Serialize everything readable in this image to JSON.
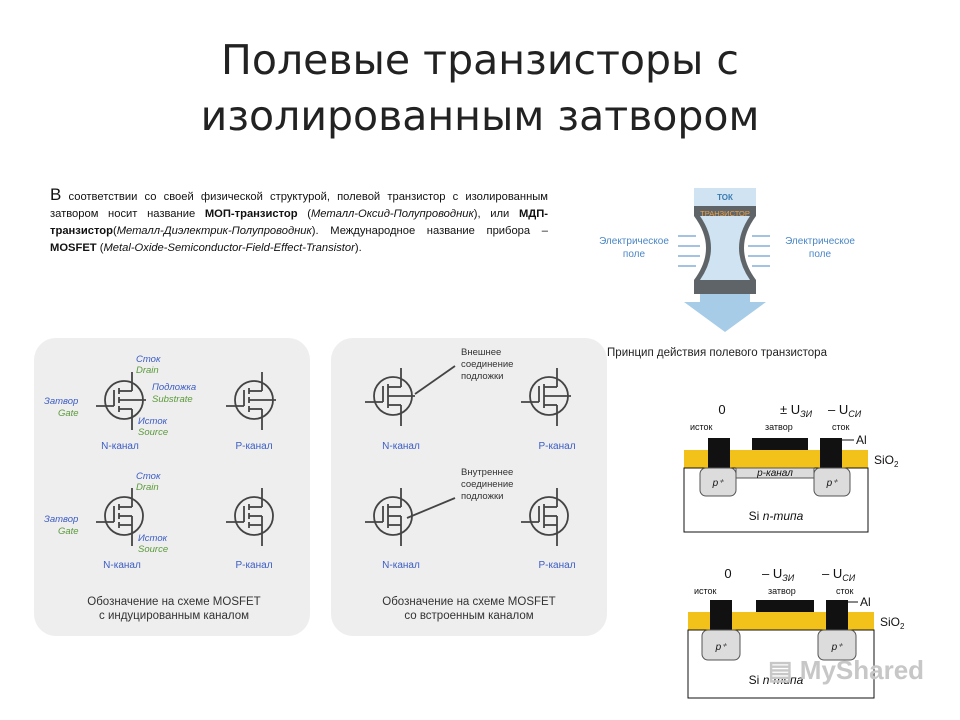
{
  "slide": {
    "title_line1": "Полевые транзисторы с",
    "title_line2": "изолированным затвором"
  },
  "paragraph": {
    "lead_letter": "В",
    "p1": " соответствии со своей физической структурой, полевой транзистор с изолированным затвором носит название ",
    "mop": "МОП-транзистор",
    "p2": " (",
    "mop_expansion": "Металл-Оксид-Полупроводник",
    "p3": "), или ",
    "mdp": "МДП-транзистор",
    "p4": "(",
    "mdp_expansion": "Металл-Диэлектрик-Полупроводник",
    "p5": "). Международное название прибора – ",
    "mosfet": "MOSFET",
    "p6": " (",
    "mosfet_expansion": "Metal-Oxide-Semiconductor-Field-Effect-Transistor",
    "p7": ")."
  },
  "principle": {
    "tok": "ТОК",
    "transistor": "ТРАНЗИСТОР",
    "field_left_1": "Электрическое",
    "field_left_2": "поле",
    "field_right_1": "Электрическое",
    "field_right_2": "поле",
    "caption": "Принцип действия полевого транзистора"
  },
  "symbols_induced": {
    "drain_ru": "Сток",
    "drain_en": "Drain",
    "substrate_ru": "Подложка",
    "substrate_en": "Substrate",
    "gate_ru": "Затвор",
    "gate_en": "Gate",
    "source_ru": "Исток",
    "source_en": "Source",
    "n_channel": "N-канал",
    "p_channel": "P-канал",
    "caption_1": "Обозначение на схеме MOSFET",
    "caption_2": "с индуцированным каналом"
  },
  "symbols_builtin": {
    "external_1": "Внешнее",
    "external_2": "соединение",
    "external_3": "подложки",
    "internal_1": "Внутреннее",
    "internal_2": "соединение",
    "internal_3": "подложки",
    "n_channel": "N-канал",
    "p_channel": "P-канал",
    "caption_1": "Обозначение на схеме MOSFET",
    "caption_2": "со встроенным каналом"
  },
  "cross_section_1": {
    "v_source": "0",
    "v_gate": "± U",
    "v_gate_sub": "ЗИ",
    "v_drain": "– U",
    "v_drain_sub": "СИ",
    "source": "исток",
    "gate": "затвор",
    "drain": "сток",
    "al": "Al",
    "sio2": "SiO",
    "sio2_sub": "2",
    "p_plus_left": "p⁺",
    "p_channel": "p-канал",
    "p_plus_right": "p⁺",
    "si": "Si ",
    "si_type": "n-типа"
  },
  "cross_section_2": {
    "v_source": "0",
    "v_gate": "– U",
    "v_gate_sub": "ЗИ",
    "v_drain": "– U",
    "v_drain_sub": "СИ",
    "source": "исток",
    "gate": "затвор",
    "drain": "сток",
    "al": "Al",
    "sio2": "SiO",
    "sio2_sub": "2",
    "p_plus_left": "p⁺",
    "p_plus_right": "p⁺",
    "si": "Si ",
    "si_type": "n-типа"
  },
  "watermark": {
    "text": "MyShared"
  },
  "colors": {
    "label_blue": "#3b5cc4",
    "label_green": "#5a9a3a",
    "panel_bg": "#eeeeee",
    "arrow_blue": "#a7cce8",
    "oxide_yellow": "#f2c21a",
    "metal": "#111111"
  }
}
